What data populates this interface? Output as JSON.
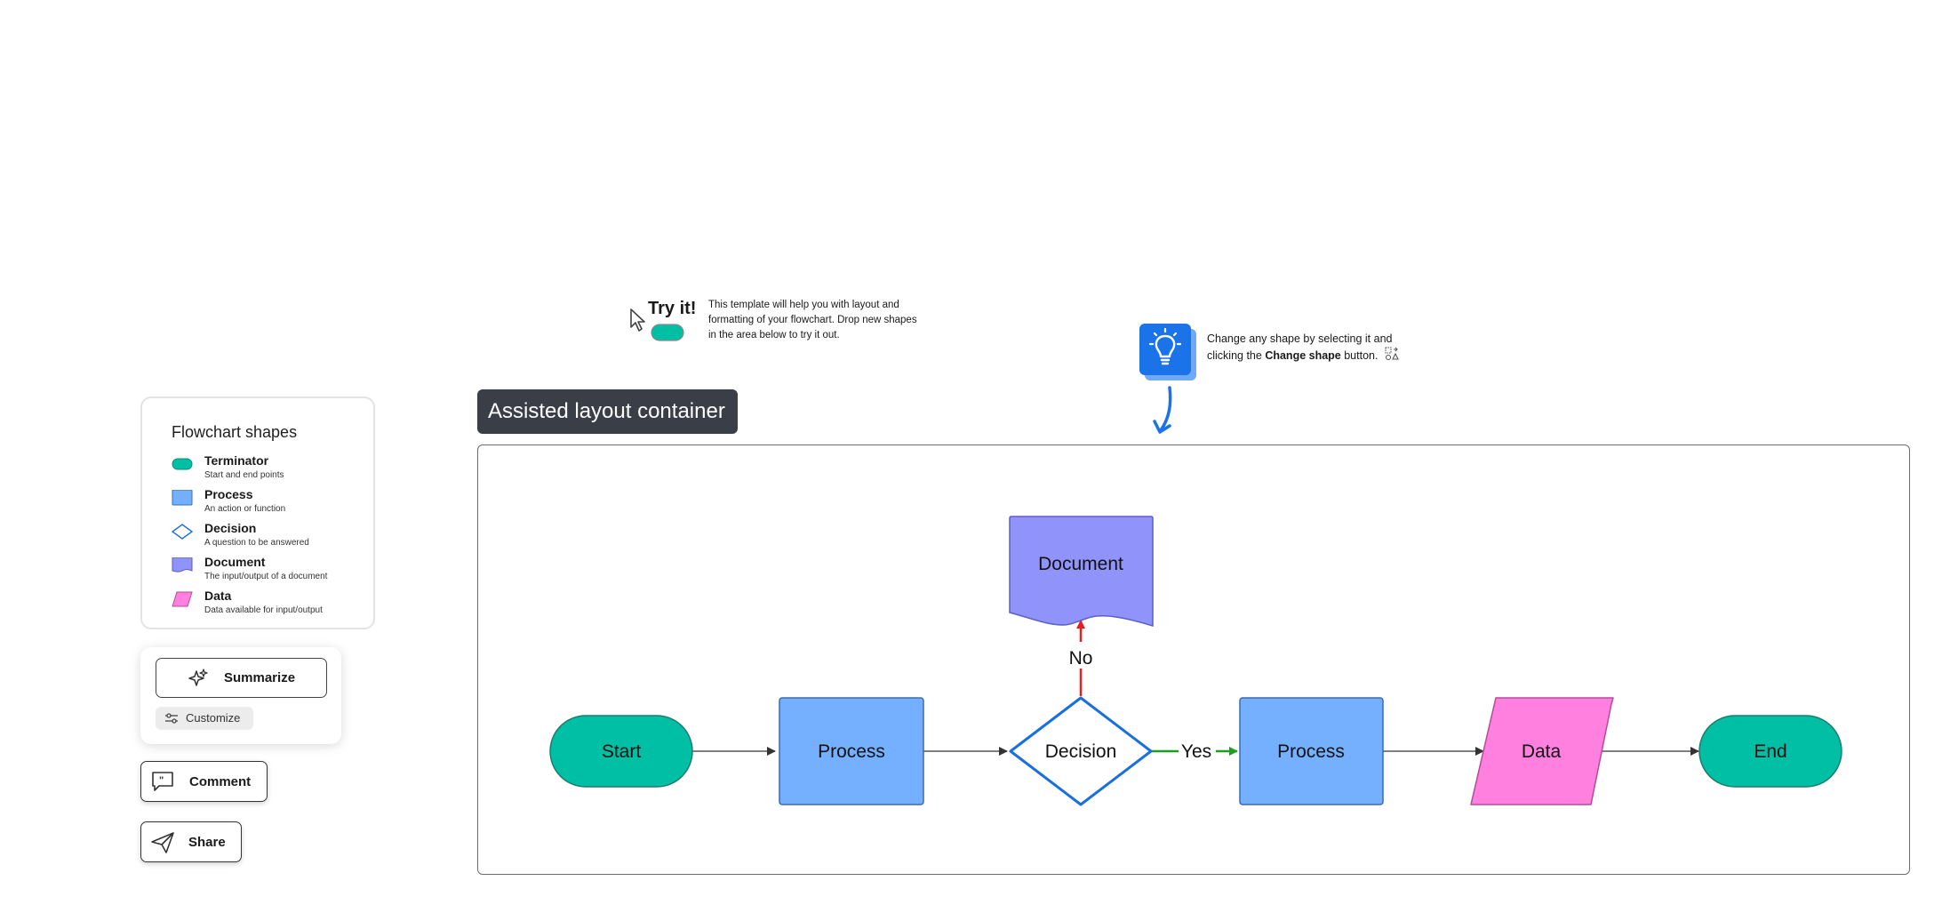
{
  "legend": {
    "title": "Flowchart shapes",
    "items": [
      {
        "name": "Terminator",
        "desc": "Start and end points",
        "color": "#00BFA5"
      },
      {
        "name": "Process",
        "desc": "An action or function",
        "color": "#74B0FF"
      },
      {
        "name": "Decision",
        "desc": "A question to be answered",
        "color": "#1A6FE0"
      },
      {
        "name": "Document",
        "desc": "The input/output of a document",
        "color": "#9094FA"
      },
      {
        "name": "Data",
        "desc": "Data available for input/output",
        "color": "#FF80DF"
      }
    ]
  },
  "toolbar": {
    "summarize_label": "Summarize",
    "customize_label": "Customize",
    "comment_label": "Comment",
    "share_label": "Share"
  },
  "tryit": {
    "title": "Try it!",
    "text": "This template will help you with layout and formatting of your flowchart.  Drop new shapes in the area below to try it out."
  },
  "tip": {
    "text_before": "Change any shape by selecting it and clicking the ",
    "bold": "Change shape",
    "text_after": " button."
  },
  "container": {
    "label": "Assisted layout container"
  },
  "flow": {
    "start": "Start",
    "process1": "Process",
    "decision": "Decision",
    "yes_label": "Yes",
    "no_label": "No",
    "document": "Document",
    "process2": "Process",
    "data": "Data",
    "end": "End"
  },
  "colors": {
    "terminator": "#00BFA5",
    "process": "#74B0FF",
    "decision_stroke": "#1A6FE0",
    "document": "#9094FA",
    "data": "#FF80DF",
    "yes_arrow": "#1E9E1E",
    "no_arrow": "#E81E1E",
    "tip_blue": "#1A73E8"
  }
}
